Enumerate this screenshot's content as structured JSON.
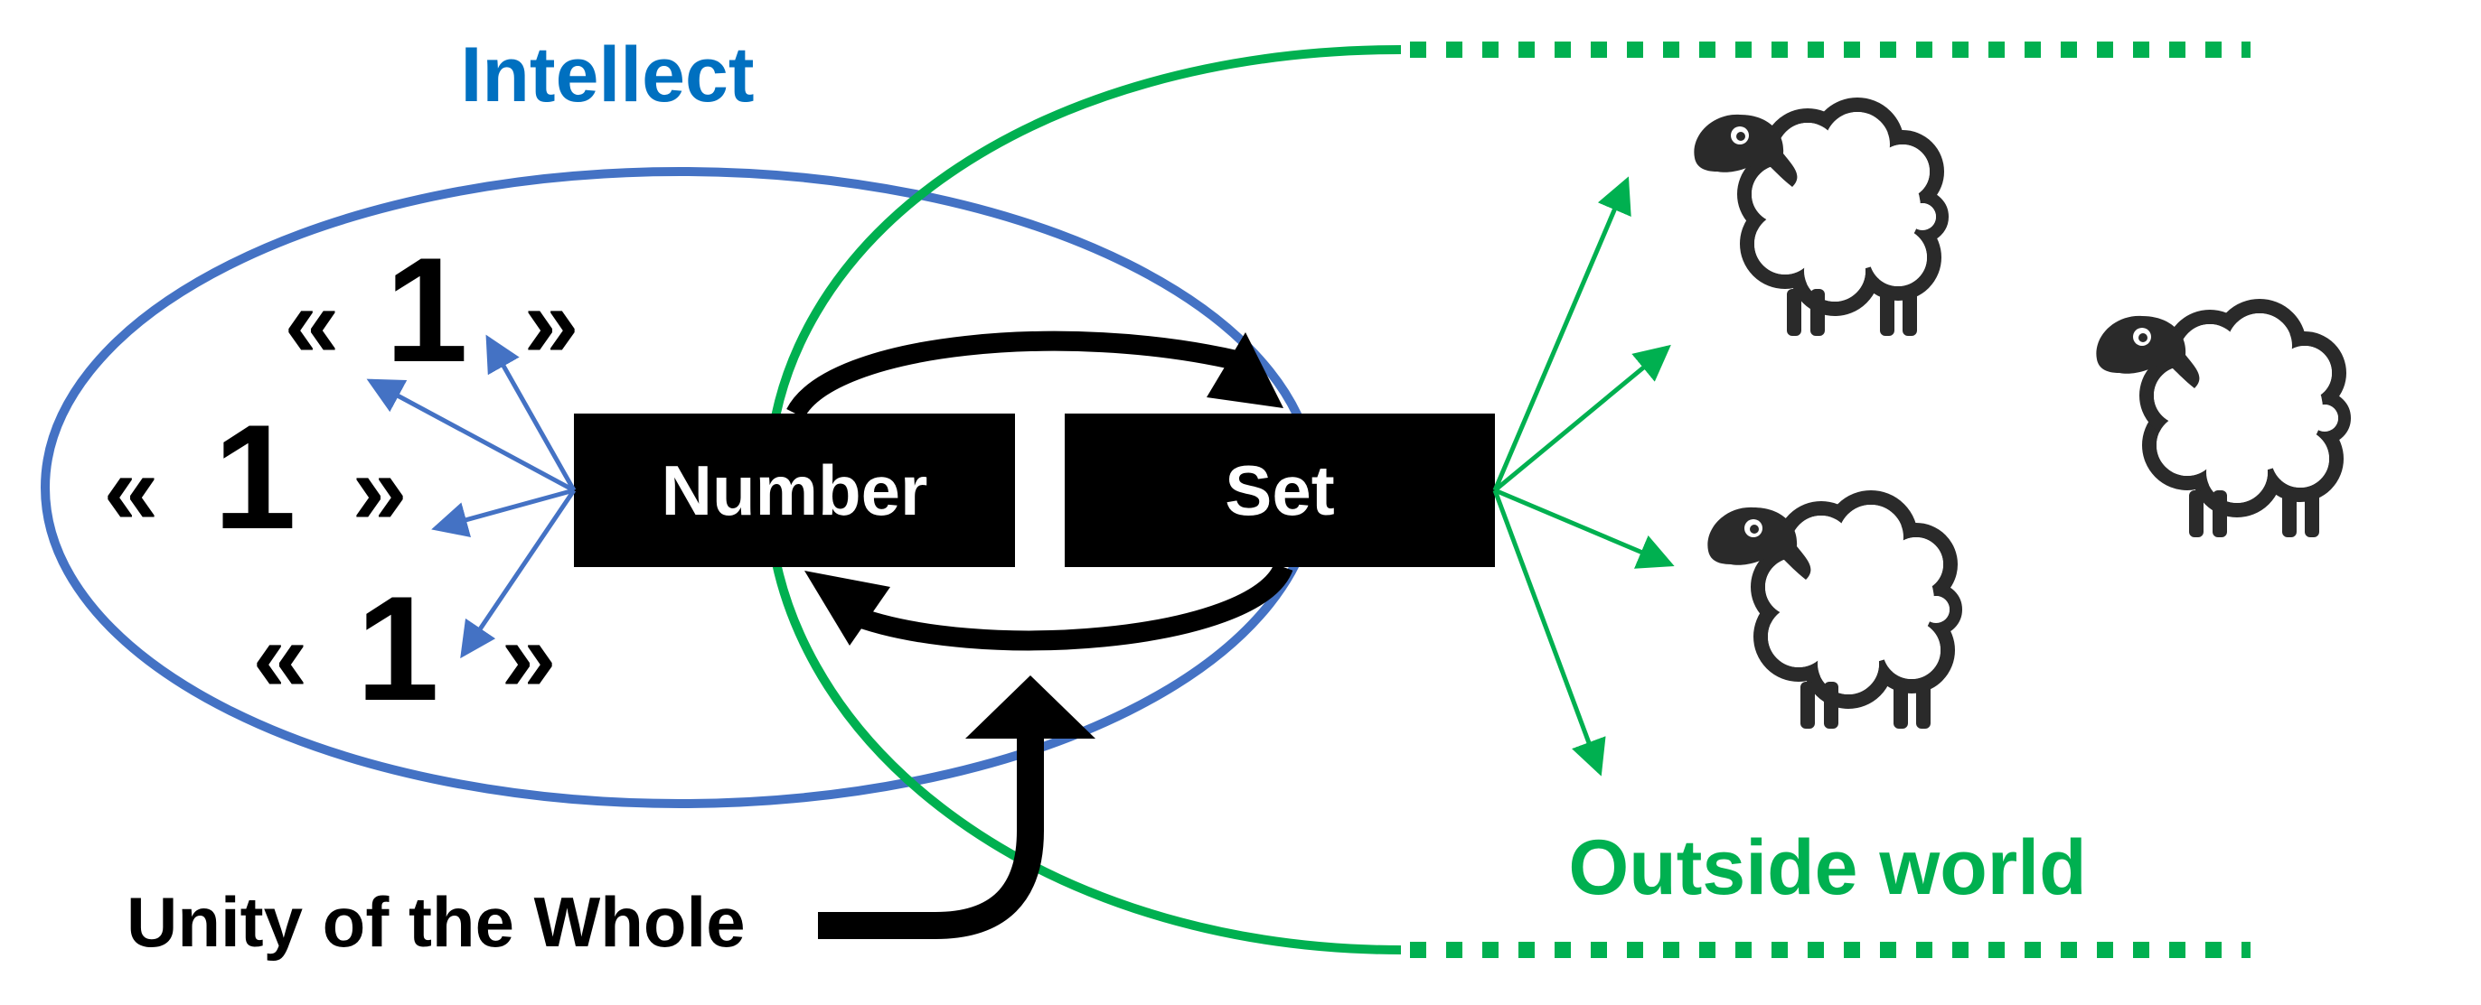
{
  "labels": {
    "intellect": "Intellect",
    "outside_world": "Outside world",
    "unity": "Unity of the Whole",
    "number": "Number",
    "set": "Set"
  },
  "units": [
    {
      "open": "«",
      "digit": "1",
      "close": "»"
    },
    {
      "open": "«",
      "digit": "1",
      "close": "»"
    },
    {
      "open": "«",
      "digit": "1",
      "close": "»"
    }
  ],
  "sheep_count": 3,
  "colors": {
    "intellect": "#4472C4",
    "outside_world": "#00B050",
    "ink": "#000000",
    "sheep": "#2a2a2a"
  }
}
